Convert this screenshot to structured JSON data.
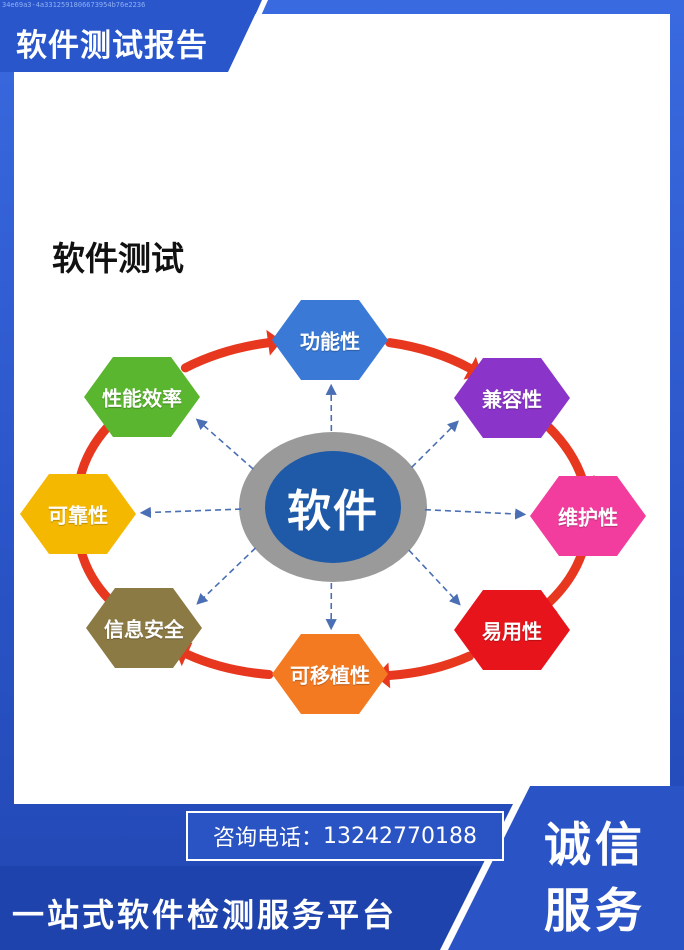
{
  "header": {
    "title": "软件测试报告",
    "watermark": "34e69a3-4a3312591806673954b76e2236"
  },
  "diagram": {
    "title": "软件测试",
    "center": "软件",
    "nodes": [
      {
        "id": "functionality",
        "label": "功能性",
        "color": "#3a7ad6"
      },
      {
        "id": "compatibility",
        "label": "兼容性",
        "color": "#8a34c9"
      },
      {
        "id": "maintainability",
        "label": "维护性",
        "color": "#f23d9e"
      },
      {
        "id": "usability",
        "label": "易用性",
        "color": "#e8141c"
      },
      {
        "id": "portability",
        "label": "可移植性",
        "color": "#f47a22"
      },
      {
        "id": "security",
        "label": "信息安全",
        "color": "#8c7a44"
      },
      {
        "id": "reliability",
        "label": "可靠性",
        "color": "#f5b800"
      },
      {
        "id": "performance",
        "label": "性能效率",
        "color": "#5ab52f"
      }
    ],
    "arrow_color": "#e8371f",
    "connector_color": "#4a6fb4"
  },
  "footer": {
    "phone_label": "咨询电话：",
    "phone_number": "13242770188",
    "slogan": "一站式软件检测服务平台",
    "badge_line1": "诚信",
    "badge_line2": "服务"
  }
}
